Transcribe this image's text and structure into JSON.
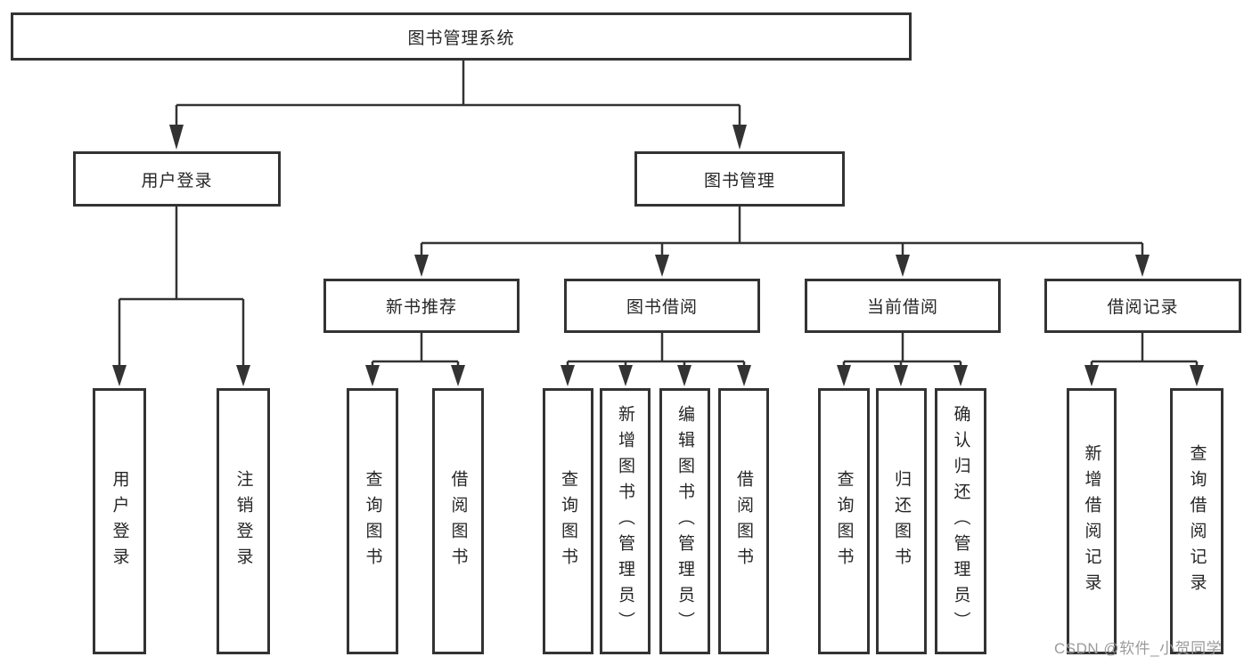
{
  "diagram_title": "图书管理系统",
  "tree": {
    "root": {
      "label": "图书管理系统",
      "children": [
        {
          "label": "用户登录",
          "children": [
            {
              "label": "用户登录"
            },
            {
              "label": "注销登录"
            }
          ]
        },
        {
          "label": "图书管理",
          "children": [
            {
              "label": "新书推荐",
              "children": [
                {
                  "label": "查询图书"
                },
                {
                  "label": "借阅图书"
                }
              ]
            },
            {
              "label": "图书借阅",
              "children": [
                {
                  "label": "查询图书"
                },
                {
                  "label": "新增图书（管理员）"
                },
                {
                  "label": "编辑图书（管理员）"
                },
                {
                  "label": "借阅图书"
                }
              ]
            },
            {
              "label": "当前借阅",
              "children": [
                {
                  "label": "查询图书"
                },
                {
                  "label": "归还图书"
                },
                {
                  "label": "确认归还（管理员）"
                }
              ]
            },
            {
              "label": "借阅记录",
              "children": [
                {
                  "label": "新增借阅记录"
                },
                {
                  "label": "查询借阅记录"
                }
              ]
            }
          ]
        }
      ]
    }
  },
  "watermark": {
    "text": "CSDN @软件_小贺同学"
  },
  "colors": {
    "line": "#333333",
    "text": "#262626",
    "box_background": "#ffffff",
    "page_background": "#ffffff",
    "watermark": "#9b9b9b"
  }
}
